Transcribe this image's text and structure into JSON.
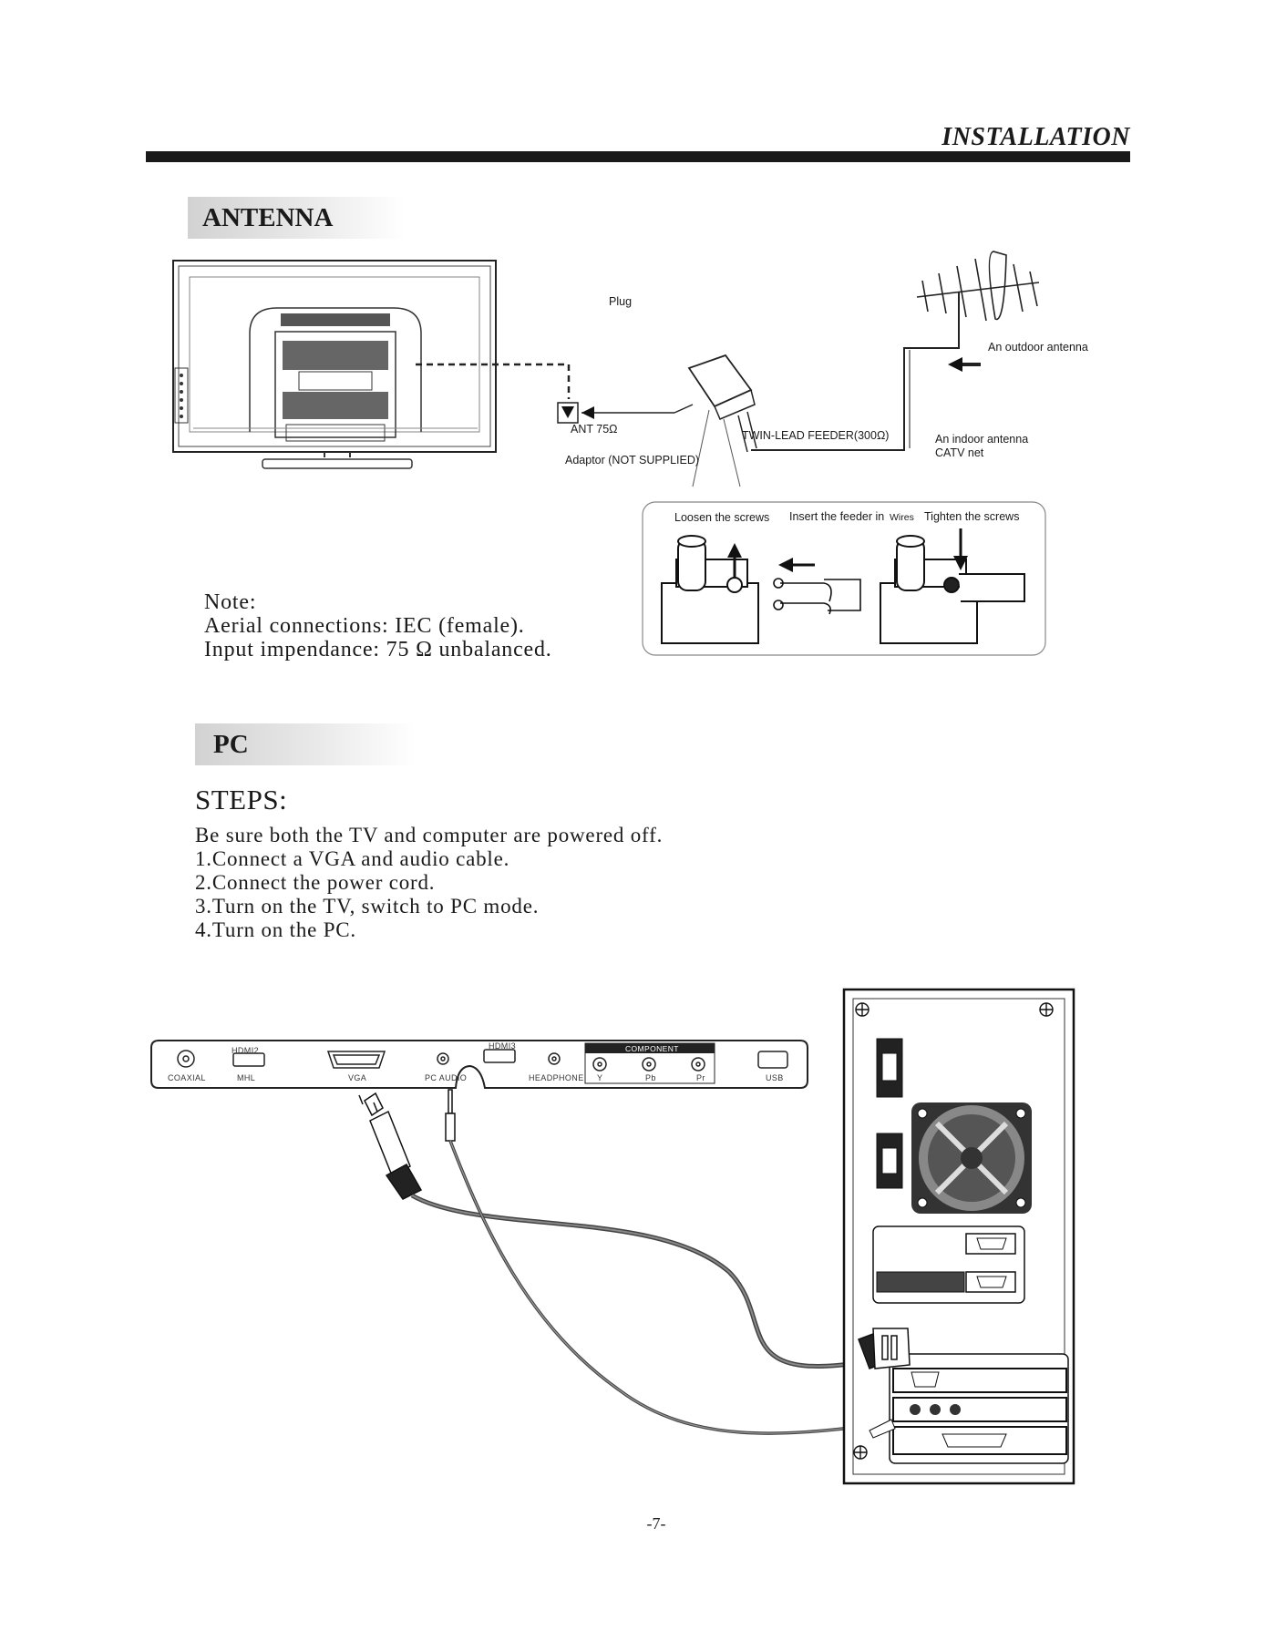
{
  "header": {
    "title": "INSTALLATION"
  },
  "antenna": {
    "section_title": "ANTENNA",
    "labels": {
      "plug": "Plug",
      "outdoor_antenna": "An outdoor antenna",
      "ant": "ANT 75Ω",
      "twin_lead": "TWIN-LEAD FEEDER(300Ω)",
      "indoor_antenna": "An indoor antenna",
      "catv": "CATV net",
      "adaptor": "Adaptor  (NOT SUPPLIED)",
      "loosen": "Loosen the screws",
      "insert": "Insert the feeder in",
      "wires": "Wires",
      "tighten": "Tighten the screws"
    },
    "note": {
      "title": "Note:",
      "line1": "Aerial connections: IEC (female).",
      "line2": "Input impendance: 75 Ω unbalanced."
    }
  },
  "pc": {
    "section_title": "PC",
    "steps_title": "STEPS:",
    "steps": [
      "Be sure both the TV and computer are powered off.",
      "1.Connect a VGA and audio cable.",
      "2.Connect the power cord.",
      "3.Turn on the TV, switch  to PC mode.",
      "4.Turn on the PC."
    ],
    "ports": {
      "coaxial": "COAXIAL",
      "hdmi2": "HDMI2",
      "mhl": "MHL",
      "vga": "VGA",
      "pc_audio": "PC AUDIO",
      "hdmi3": "HDMI3",
      "headphone": "HEADPHONE",
      "component": "COMPONENT",
      "y": "Y",
      "pb": "Pb",
      "pr": "Pr",
      "usb": "USB"
    }
  },
  "footer": {
    "page_number": "-7-"
  }
}
